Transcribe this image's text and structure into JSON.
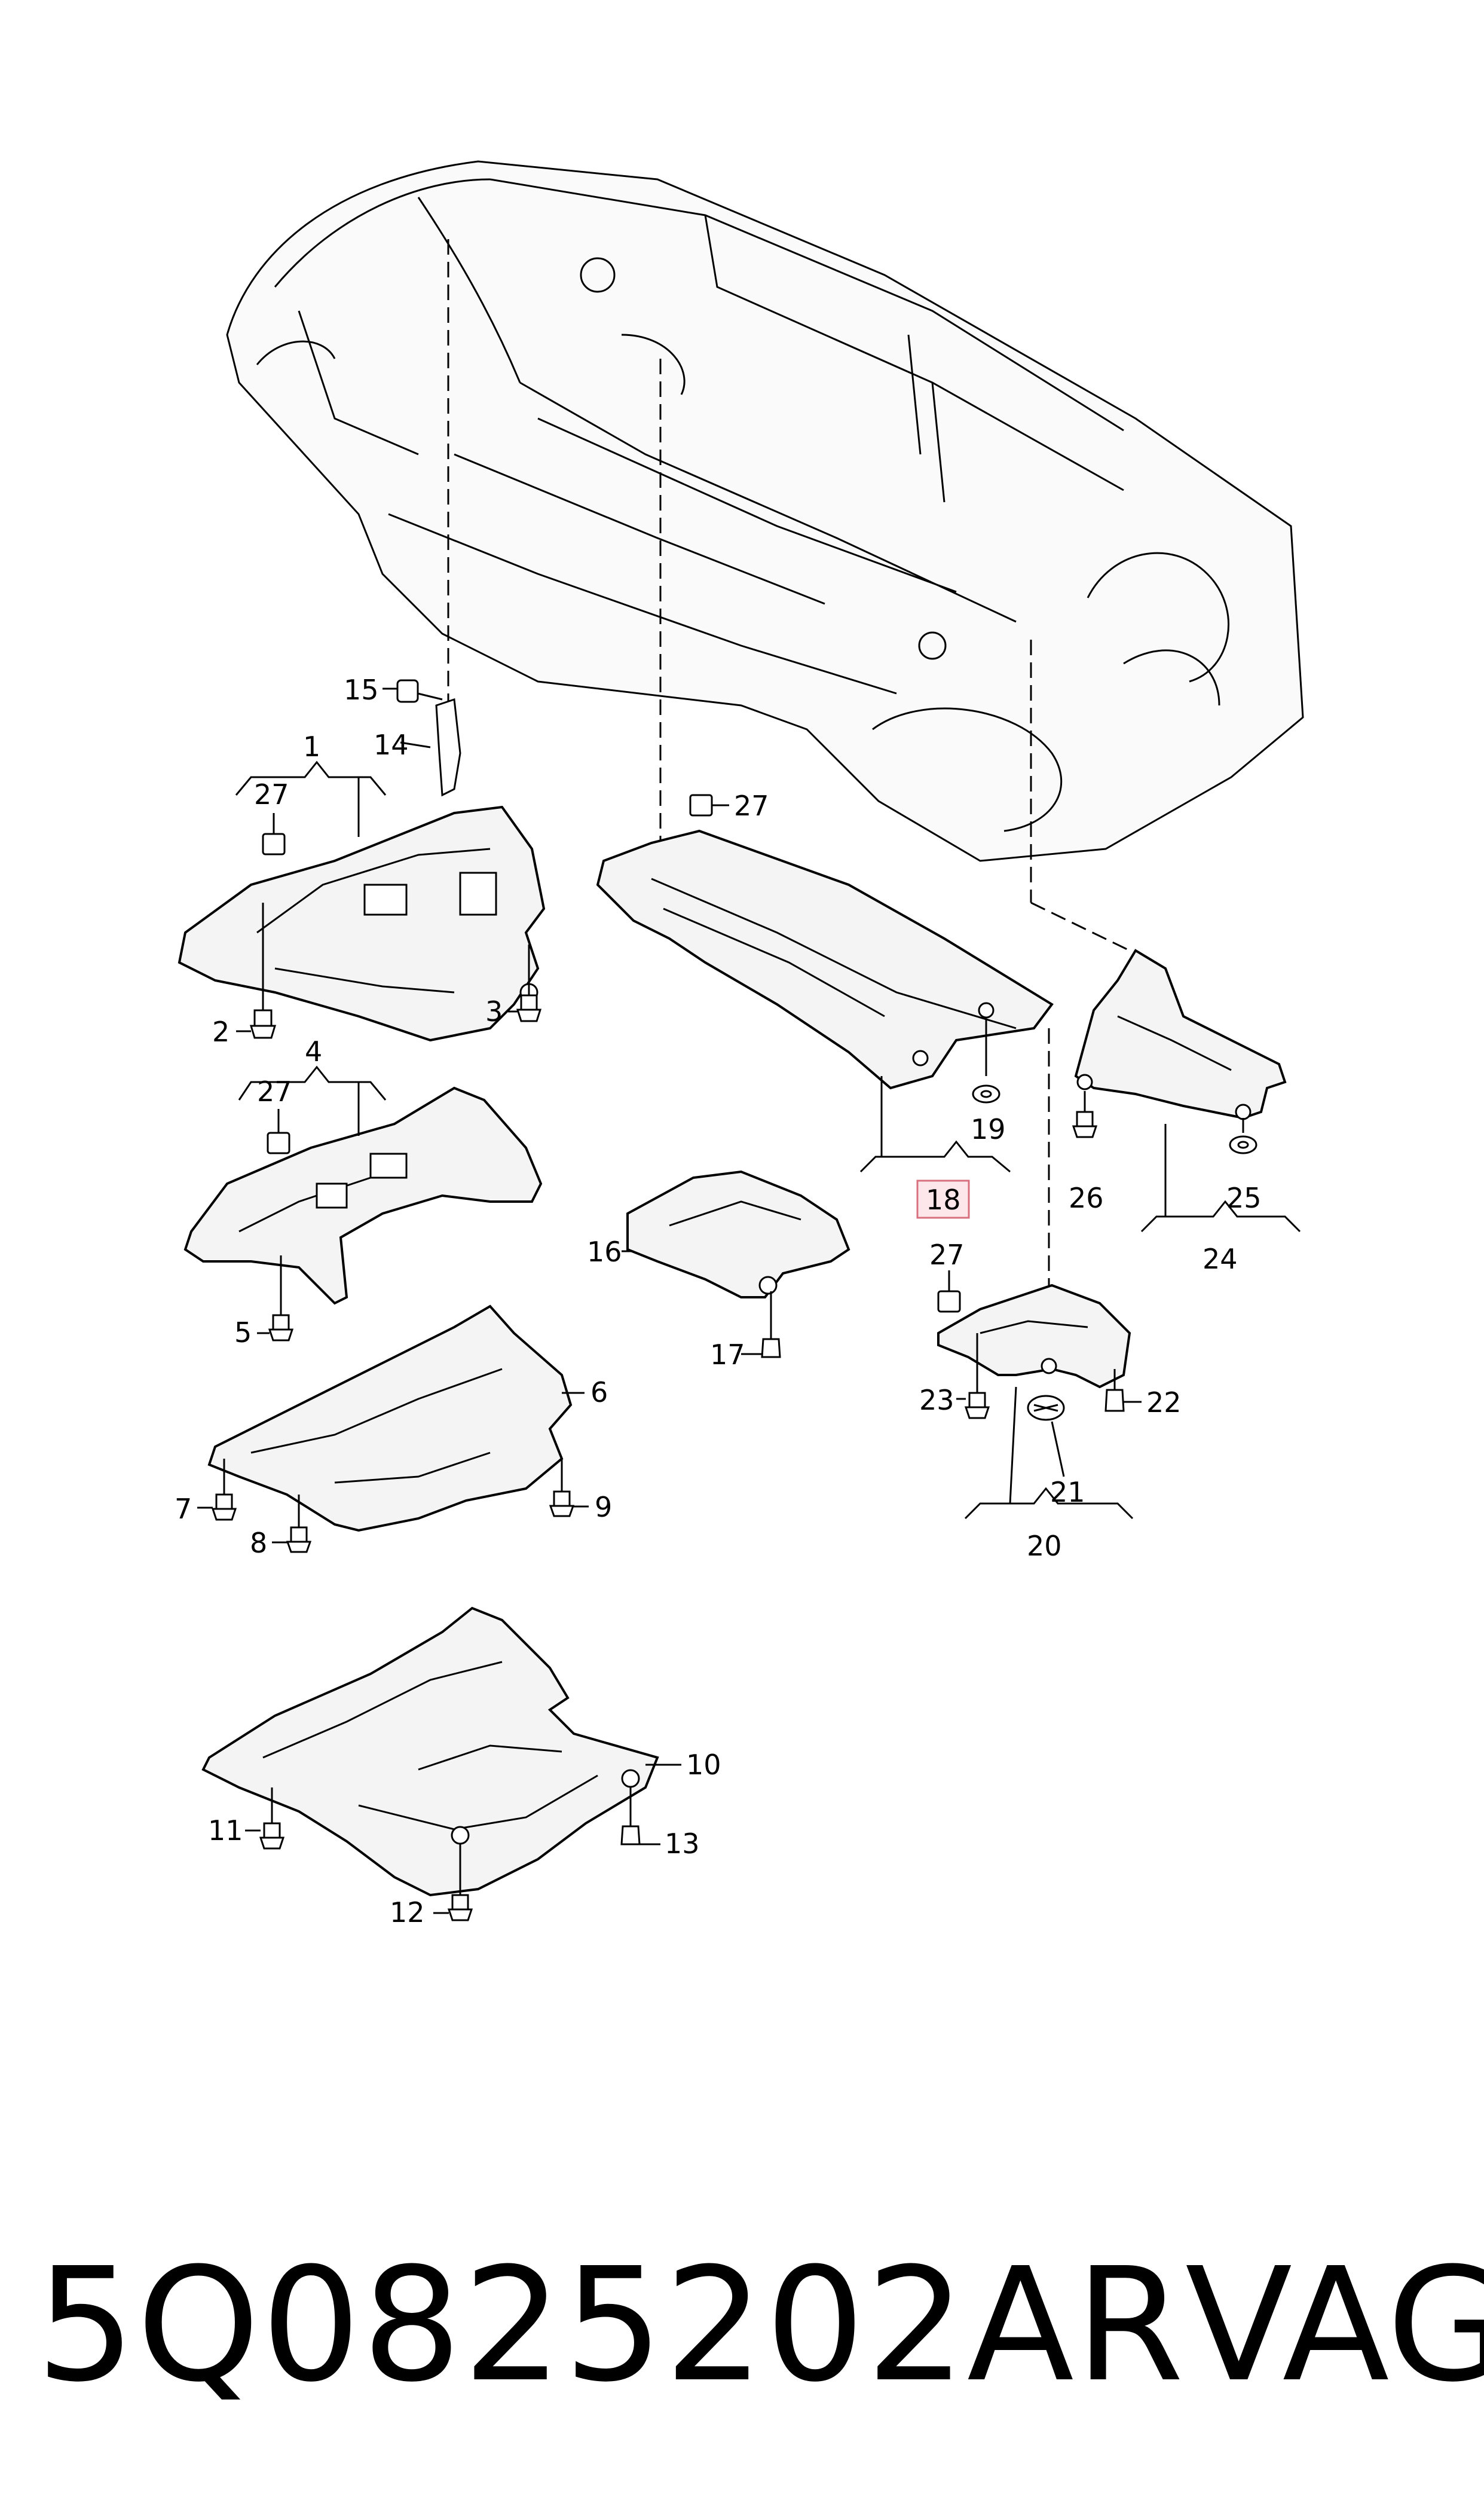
{
  "callouts": {
    "c1": "1",
    "c2": "2",
    "c3": "3",
    "c4": "4",
    "c5": "5",
    "c6": "6",
    "c7": "7",
    "c8": "8",
    "c9": "9",
    "c10": "10",
    "c11": "11",
    "c12": "12",
    "c13": "13",
    "c14": "14",
    "c15": "15",
    "c16": "16",
    "c17": "17",
    "c18": "18",
    "c19": "19",
    "c20": "20",
    "c21": "21",
    "c22": "22",
    "c23": "23",
    "c24": "24",
    "c25": "25",
    "c26": "26",
    "c27a": "27",
    "c27b": "27",
    "c27c": "27",
    "c27d": "27"
  },
  "footer": {
    "part_number": "5Q0825202AR",
    "brand": "VAG"
  },
  "colors": {
    "highlight_fill": "#fde7ea",
    "highlight_border": "#d9707f"
  }
}
